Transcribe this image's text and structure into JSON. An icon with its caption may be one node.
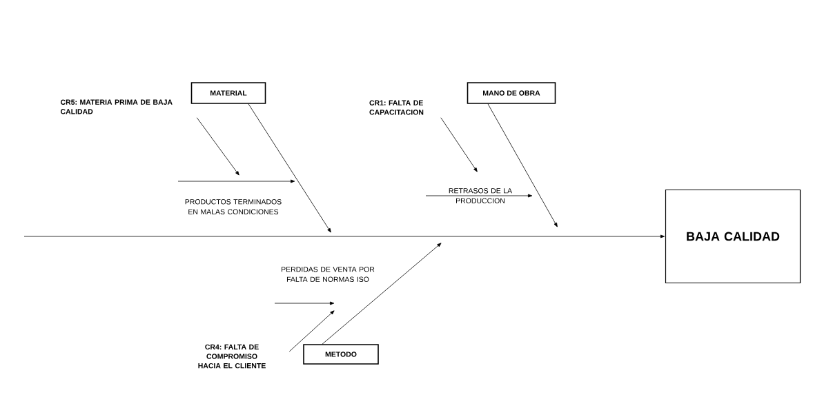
{
  "diagram": {
    "nodes": [
      {
        "text": [
          "MATERIAL"
        ]
      },
      {
        "text": [
          "MANO DE OBRA"
        ]
      },
      {
        "text": [
          "BAJA CALIDAD"
        ]
      },
      {
        "text": [
          "METODO"
        ]
      },
      {
        "text": [
          "CR5: MATERIA PRIMA DE BAJA CALIDAD"
        ]
      },
      {
        "text": [
          "CR1: FALTA DE CAPACITACION"
        ]
      },
      {
        "text": [
          "CR4: FALTA DE COMPROMISO HACIA EL CLIENTE"
        ]
      }
    ],
    "edges": [
      {
        "from": null,
        "to": 2,
        "arrow": "to"
      },
      {
        "from": 0,
        "to": null,
        "arrow": "to"
      },
      {
        "from": 1,
        "to": null,
        "arrow": "to"
      },
      {
        "from": 3,
        "to": null,
        "arrow": "to"
      },
      {
        "from": 4,
        "to": null,
        "arrow": "to"
      },
      {
        "from": 5,
        "to": null,
        "arrow": "to"
      },
      {
        "from": 6,
        "to": null,
        "arrow": "to"
      }
    ],
    "labels": [
      "PRODUCTOS TERMINADOS EN MALAS CONDICIONES",
      "RETRASOS DE LA PRODUCCION",
      "PERDIDAS DE VENTA POR FALTA DE NORMAS ISO"
    ]
  }
}
